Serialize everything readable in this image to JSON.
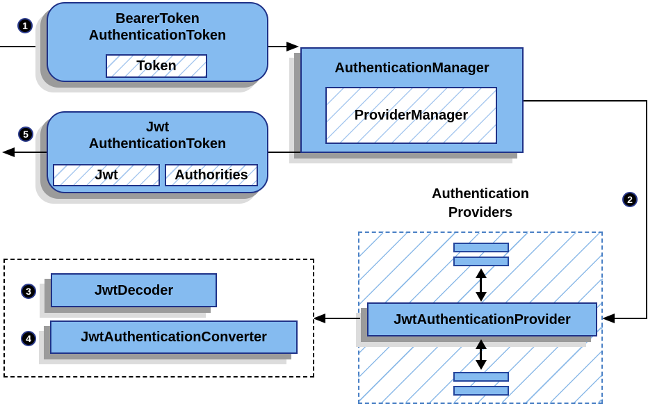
{
  "nodes": {
    "bearer_token": {
      "line1": "BearerToken",
      "line2": "AuthenticationToken",
      "chip": "Token"
    },
    "authentication_manager": {
      "title": "AuthenticationManager",
      "chip": "ProviderManager"
    },
    "jwt_authentication_token": {
      "line1": "Jwt",
      "line2": "AuthenticationToken",
      "chip_jwt": "Jwt",
      "chip_authorities": "Authorities"
    },
    "authentication_providers": {
      "label_line1": "Authentication",
      "label_line2": "Providers",
      "provider": "JwtAuthenticationProvider"
    },
    "jwt_decoder": {
      "title": "JwtDecoder"
    },
    "jwt_authentication_converter": {
      "title": "JwtAuthenticationConverter"
    }
  },
  "steps": {
    "one": "1",
    "two": "2",
    "three": "3",
    "four": "4",
    "five": "5"
  },
  "colors": {
    "node_fill": "#85BBF0",
    "node_border": "#1F3288",
    "hatch_line": "#A9C9EF",
    "container_hatch_line": "#8CBAE8",
    "blue_dashed_border": "#4A80C5",
    "black_dashed_border": "#000000",
    "arrow": "#000000",
    "shadow_dark": "#9B9B9B",
    "shadow_light": "#DCDCDC",
    "badge_bg": "#000000",
    "badge_text": "#FFFFFF"
  }
}
